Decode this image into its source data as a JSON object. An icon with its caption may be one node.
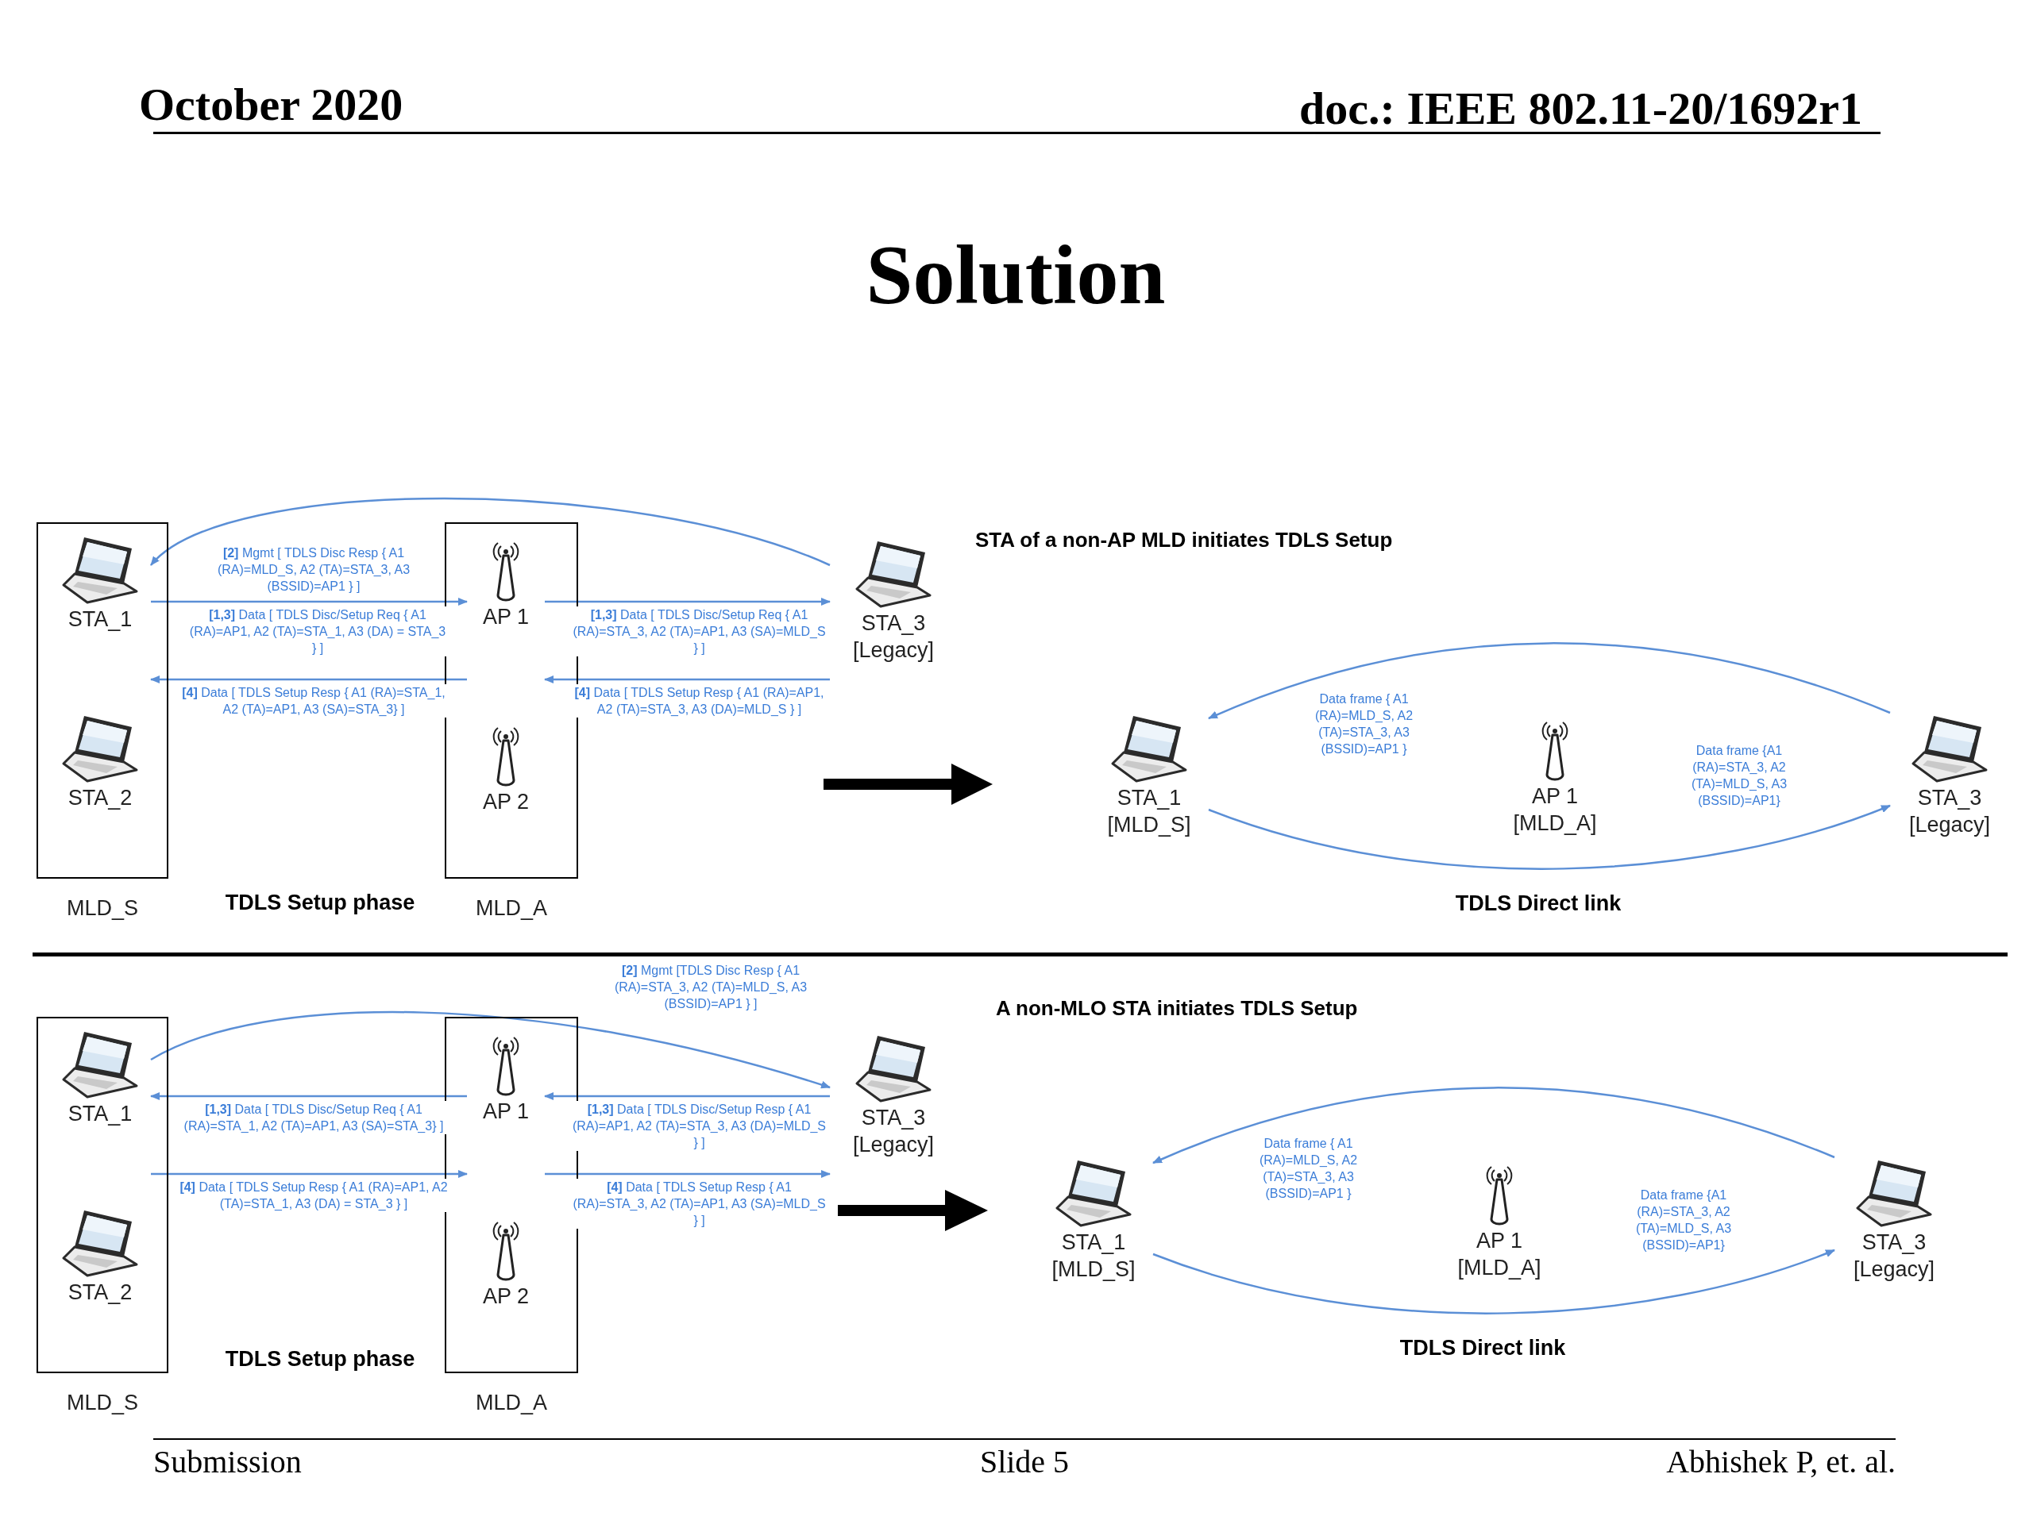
{
  "diagram": {
    "title": "Solution",
    "nodes": [
      {
        "text": [
          "MLD_S"
        ]
      },
      {
        "text": [
          "STA_1"
        ],
        "in": 0
      },
      {
        "text": [
          "STA_2"
        ],
        "in": 0
      },
      {
        "text": [
          "MLD_A"
        ]
      },
      {
        "text": [
          "AP 1"
        ],
        "in": 3
      },
      {
        "text": [
          "AP 2"
        ],
        "in": 3
      },
      {
        "text": [
          "STA_3 [Legacy]"
        ]
      },
      {
        "text": [
          "STA_1 [MLD_S]"
        ]
      },
      {
        "text": [
          "AP 1 [MLD_A]"
        ]
      },
      {
        "text": [
          "STA_3 [Legacy]"
        ]
      },
      {
        "text": [
          "MLD_S"
        ]
      },
      {
        "text": [
          "STA_1"
        ],
        "in": 10
      },
      {
        "text": [
          "STA_2"
        ],
        "in": 10
      },
      {
        "text": [
          "MLD_A"
        ]
      },
      {
        "text": [
          "AP 1"
        ],
        "in": 13
      },
      {
        "text": [
          "AP 2"
        ],
        "in": 13
      },
      {
        "text": [
          "STA_3 [Legacy]"
        ]
      },
      {
        "text": [
          "STA_1 [MLD_S]"
        ]
      },
      {
        "text": [
          "AP 1 [MLD_A]"
        ]
      },
      {
        "text": [
          "STA_3 [Legacy]"
        ]
      }
    ],
    "edges": [
      {
        "from": 6,
        "to": 1,
        "arrow": "to",
        "label": "**[2]** Mgmt [ TDLS Disc Resp { A1 (RA)=MLD_S, A2 (TA)=STA_3, A3 (BSSID)=AP1 } ]"
      },
      {
        "from": 1,
        "to": 4,
        "arrow": "to",
        "label": "**[1,3]** Data [ TDLS Disc/Setup Req { A1 (RA)=AP1, A2 (TA)=STA_1, A3 (DA) = STA_3 } ]"
      },
      {
        "from": 4,
        "to": 1,
        "arrow": "to",
        "label": "**[4]** Data [ TDLS Setup Resp { A1 (RA)=STA_1, A2 (TA)=AP1, A3 (SA)=STA_3} ]"
      },
      {
        "from": 4,
        "to": 6,
        "arrow": "to",
        "label": "**[1,3]** Data [ TDLS Disc/Setup Req { A1 (RA)=STA_3, A2 (TA)=AP1, A3 (SA)=MLD_S } ]"
      },
      {
        "from": 6,
        "to": 4,
        "arrow": "to",
        "label": "**[4]** Data [ TDLS Setup Resp { A1 (RA)=AP1, A2 (TA)=STA_3, A3 (DA)=MLD_S } ]"
      },
      {
        "from": 9,
        "to": 7,
        "arrow": "to",
        "label": "Data frame { A1 (RA)=MLD_S, A2 (TA)=STA_3, A3 (BSSID)=AP1 }"
      },
      {
        "from": 7,
        "to": 9,
        "arrow": "to",
        "label": "Data frame {A1 (RA)=STA_3, A2 (TA)=MLD_S, A3 (BSSID)=AP1}"
      },
      {
        "from": 11,
        "to": 16,
        "arrow": "to",
        "label": "**[2]** Mgmt [TDLS Disc Resp { A1 (RA)=STA_3, A2 (TA)=MLD_S, A3 (BSSID)=AP1 } ]"
      },
      {
        "from": 14,
        "to": 11,
        "arrow": "to",
        "label": "**[1,3]** Data [ TDLS Disc/Setup Req { A1 (RA)=STA_1, A2 (TA)=AP1, A3 (SA)=STA_3} ]"
      },
      {
        "from": 16,
        "to": 14,
        "arrow": "to",
        "label": "**[1,3]** Data [ TDLS Disc/Setup Resp { A1 (RA)=AP1, A2 (TA)=STA_3, A3 (DA)=MLD_S } ]"
      },
      {
        "from": 11,
        "to": 14,
        "arrow": "to",
        "label": "**[4]** Data [ TDLS Setup Resp { A1 (RA)=AP1, A2 (TA)=STA_1, A3 (DA) = STA_3 } ]"
      },
      {
        "from": 14,
        "to": 16,
        "arrow": "to",
        "label": "**[4]** Data [ TDLS Setup Resp { A1 (RA)=STA_3, A2 (TA)=AP1, A3 (SA)=MLD_S } ]"
      },
      {
        "from": 19,
        "to": 17,
        "arrow": "to",
        "label": "Data frame { A1 (RA)=MLD_S, A2 (TA)=STA_3, A3 (BSSID)=AP1 }"
      },
      {
        "from": 17,
        "to": 19,
        "arrow": "to",
        "label": "Data frame {A1 (RA)=STA_3, A2 (TA)=MLD_S, A3 (BSSID)=AP1}"
      }
    ],
    "labels": [
      "October 2020",
      "doc.: IEEE 802.11-20/1692r1",
      "STA of a non-AP MLD initiates TDLS Setup",
      "TDLS Setup phase",
      "TDLS Direct link",
      "A non-MLO STA initiates TDLS Setup",
      "TDLS Setup phase",
      "TDLS Direct link",
      "Submission",
      "Slide 5",
      "Abhishek P, et. al."
    ]
  }
}
